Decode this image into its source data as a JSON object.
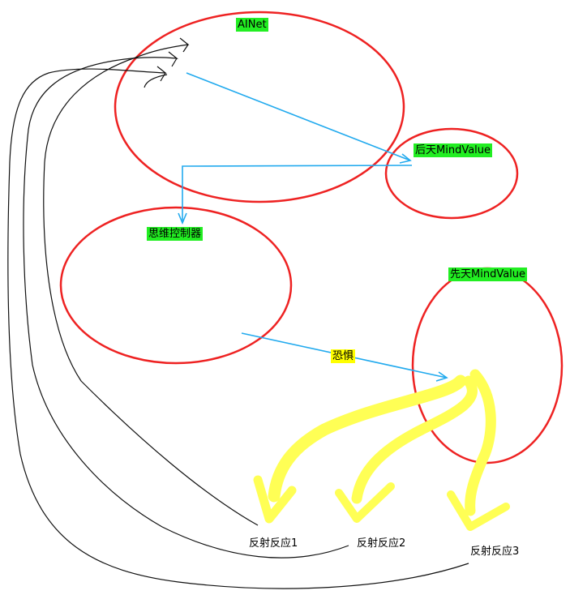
{
  "labels": {
    "ainet": "AINet",
    "acquired_mind_value": "后天MindValue",
    "thought_controller": "思维控制器",
    "innate_mind_value": "先天MindValue",
    "fear": "恐惧",
    "reflex_1": "反射反应1",
    "reflex_2": "反射反应2",
    "reflex_3": "反射反应3"
  },
  "colors": {
    "ellipse_stroke": "#ee2222",
    "arrow": "#22aaee",
    "highlight_green": "#22ee22",
    "highlight_yellow": "#ffff00",
    "reflex_stroke": "#ffff55",
    "feedback_line": "#111111"
  }
}
